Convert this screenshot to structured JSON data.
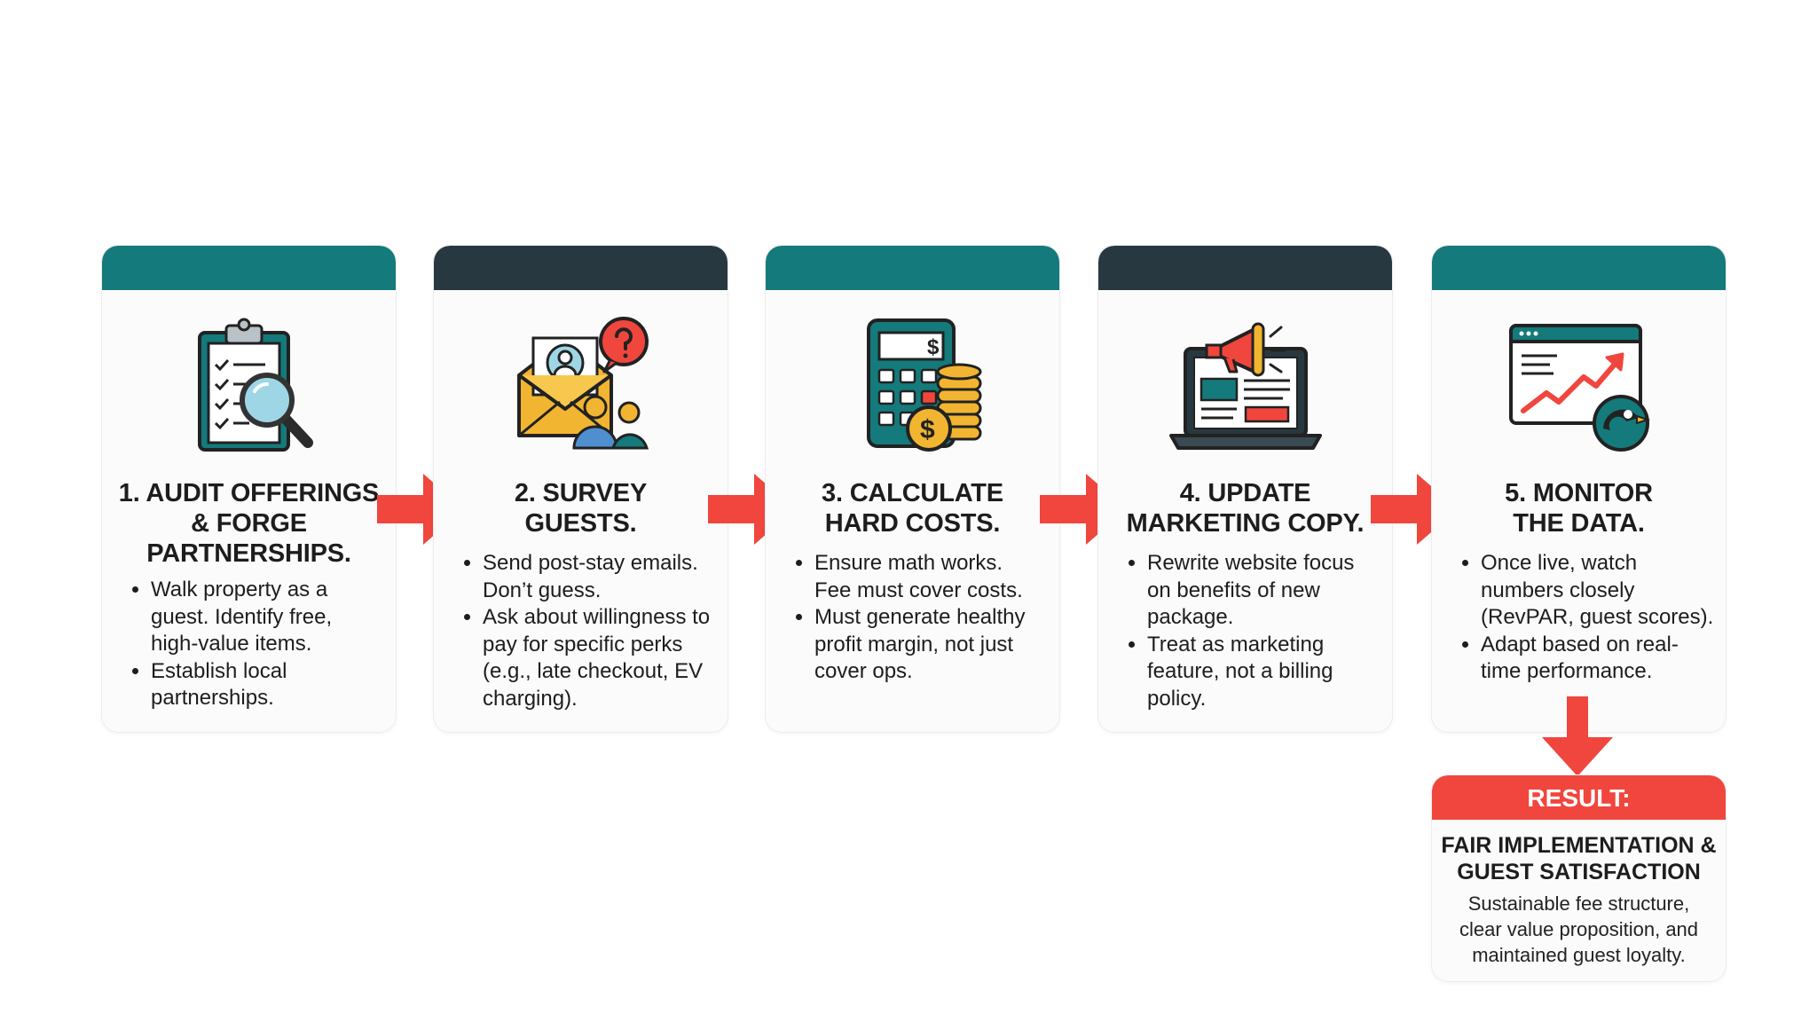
{
  "steps": [
    {
      "title_lines": [
        "1. AUDIT OFFERINGS",
        "& FORGE",
        "PARTNERSHIPS."
      ],
      "bullets": [
        [
          "Walk property as a",
          "guest. Identify free,",
          "high-value items."
        ],
        [
          "Establish local",
          "partnerships."
        ]
      ],
      "icon": "clipboard-magnifier-icon",
      "band": "teal"
    },
    {
      "title_lines": [
        "2. SURVEY",
        "GUESTS."
      ],
      "bullets": [
        [
          "Send post-stay emails.",
          "Don’t guess."
        ],
        [
          "Ask about willingness to",
          "pay for specific perks",
          "(e.g., late checkout, EV",
          "charging)."
        ]
      ],
      "icon": "envelope-question-icon",
      "band": "dark"
    },
    {
      "title_lines": [
        "3. CALCULATE",
        "HARD COSTS."
      ],
      "bullets": [
        [
          "Ensure math works.",
          "Fee must cover costs."
        ],
        [
          "Must generate healthy",
          "profit margin, not just",
          "cover ops."
        ]
      ],
      "icon": "calculator-coins-icon",
      "band": "teal"
    },
    {
      "title_lines": [
        "4. UPDATE",
        "MARKETING COPY."
      ],
      "bullets": [
        [
          "Rewrite website focus",
          "on benefits of new",
          "package."
        ],
        [
          "Treat as marketing",
          "feature, not a billing",
          "policy."
        ]
      ],
      "icon": "laptop-megaphone-icon",
      "band": "dark"
    },
    {
      "title_lines": [
        "5. MONITOR",
        "THE DATA."
      ],
      "bullets": [
        [
          "Once live, watch",
          "numbers closely",
          "(RevPAR, guest scores)."
        ],
        [
          "Adapt based on real-",
          "time performance."
        ]
      ],
      "icon": "dashboard-trend-icon",
      "band": "teal"
    }
  ],
  "result": {
    "label": "RESULT:",
    "title_lines": [
      "FAIR IMPLEMENTATION &",
      "GUEST SATISFACTION"
    ],
    "desc_lines": [
      "Sustainable fee structure,",
      "clear value proposition, and",
      "maintained guest loyalty."
    ]
  },
  "colors": {
    "teal": "#147a7b",
    "dark": "#283840",
    "arrow_red": "#f0463d",
    "gold": "#f2b531",
    "light_blue": "#9fd6e6"
  }
}
